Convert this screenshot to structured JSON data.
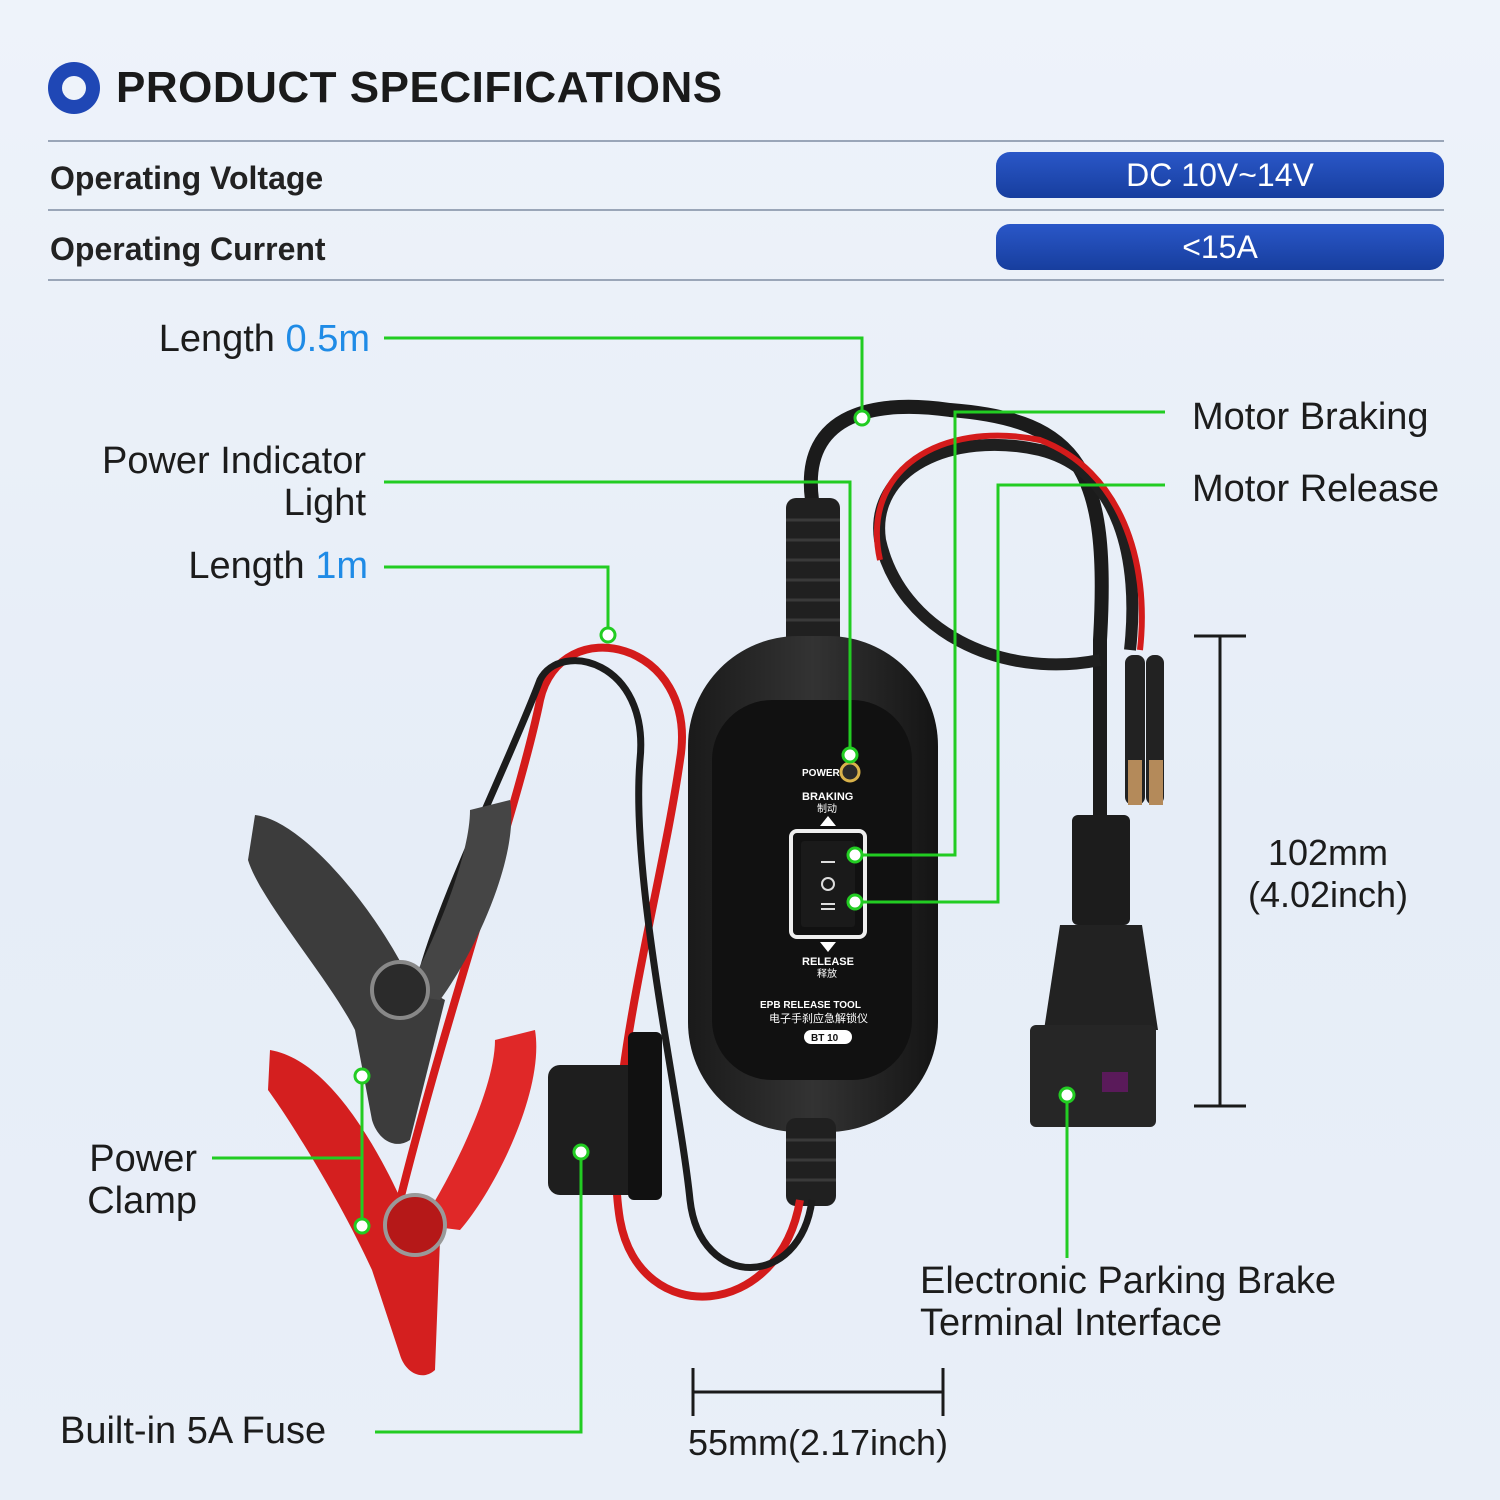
{
  "header": {
    "title": "PRODUCT SPECIFICATIONS",
    "icon": "circle-ring-icon",
    "accent": "#1f47b5"
  },
  "specs": [
    {
      "label": "Operating Voltage",
      "value": "DC 10V~14V"
    },
    {
      "label": "Operating Current",
      "value": "<15A"
    }
  ],
  "callouts": {
    "length_cable": {
      "text": "Length ",
      "value": "0.5m"
    },
    "power_indicator": {
      "line1": "Power Indicator",
      "line2": "Light"
    },
    "length_clamp": {
      "text": "Length ",
      "value": "1m"
    },
    "motor_braking": "Motor Braking",
    "motor_release": "Motor Release",
    "power_clamp": {
      "line1": "Power",
      "line2": "Clamp"
    },
    "fuse": "Built-in 5A Fuse",
    "epb_interface": {
      "line1": "Electronic Parking Brake",
      "line2": "Terminal Interface"
    }
  },
  "dimensions": {
    "height": {
      "line1": "102mm",
      "line2": "(4.02inch)"
    },
    "width": "55mm(2.17inch)"
  },
  "device": {
    "power_label": "POWER",
    "braking_label": "BRAKING",
    "braking_cn": "制动",
    "release_label": "RELEASE",
    "release_cn": "释放",
    "product_name": "EPB RELEASE TOOL",
    "product_cn": "电子手刹应急解锁仪",
    "model": "BT 10"
  },
  "colors": {
    "leader": "#22cc22",
    "highlight": "#1f8be6",
    "pill": "#1f47b5"
  }
}
